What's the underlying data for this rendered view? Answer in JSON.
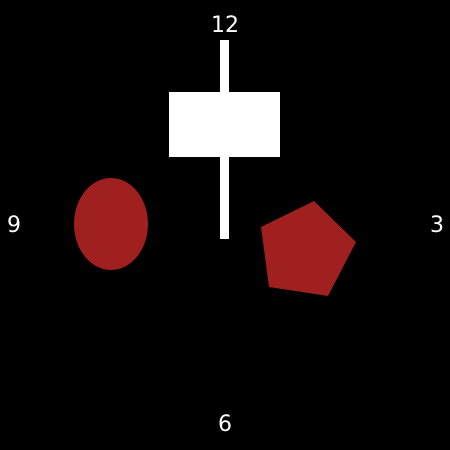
{
  "dial": {
    "labels": {
      "twelve": "12",
      "three": "3",
      "six": "6",
      "nine": "9"
    }
  },
  "colors": {
    "background": "#000000",
    "foreground": "#ffffff",
    "shape_fill": "#a02020"
  },
  "shapes": [
    {
      "kind": "rectangle",
      "color": "white"
    },
    {
      "kind": "ellipse",
      "color": "red"
    },
    {
      "kind": "pentagon",
      "color": "red"
    }
  ]
}
